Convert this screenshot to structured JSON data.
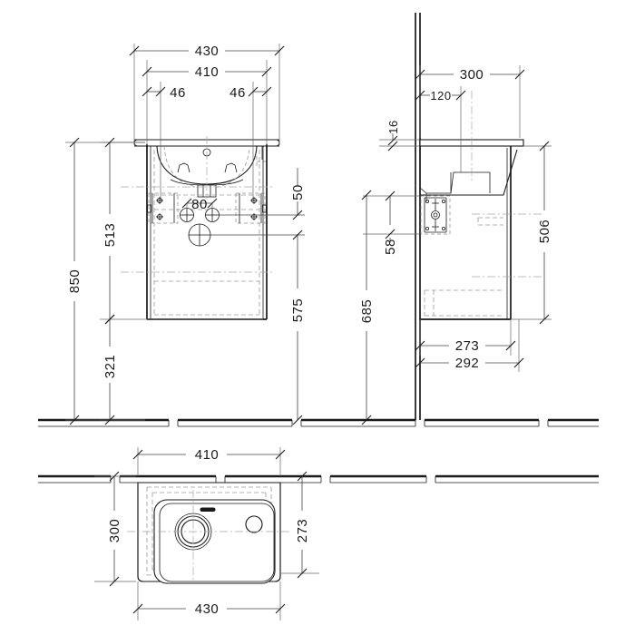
{
  "drawing": {
    "type": "technical-dimension-drawing",
    "subject": "wall-hung washbasin with vanity unit",
    "units": "mm",
    "views": [
      {
        "name": "front-elevation",
        "label": ""
      },
      {
        "name": "side-elevation",
        "label": ""
      },
      {
        "name": "plan-view",
        "label": ""
      }
    ],
    "line_color": "#1a1a1a",
    "hidden_line_color": "#9a9a9a",
    "center_line_color": "#a8a8a8",
    "background": "#ffffff"
  },
  "front_view": {
    "dimensions": {
      "overall_width": "430",
      "cabinet_width": "410",
      "left_inset": "46",
      "right_inset": "46",
      "overall_height": "850",
      "basin_top_to_bracket": "513",
      "floor_to_cabinet_bottom": "321",
      "counter_to_cabinet_top": "50",
      "cabinet_bottom_height": "575",
      "waste_spacing": "80"
    }
  },
  "side_view": {
    "dimensions": {
      "overall_depth": "300",
      "bracket_depth": "120",
      "counter_thickness": "16",
      "bracket_height": "58",
      "basin_to_floor": "685",
      "counter_to_unit_bottom": "506",
      "cabinet_depth": "273",
      "cabinet_depth_outer": "292"
    }
  },
  "plan_view": {
    "dimensions": {
      "cabinet_width": "410",
      "overall_width": "430",
      "cabinet_depth": "300",
      "basin_depth": "273"
    }
  }
}
